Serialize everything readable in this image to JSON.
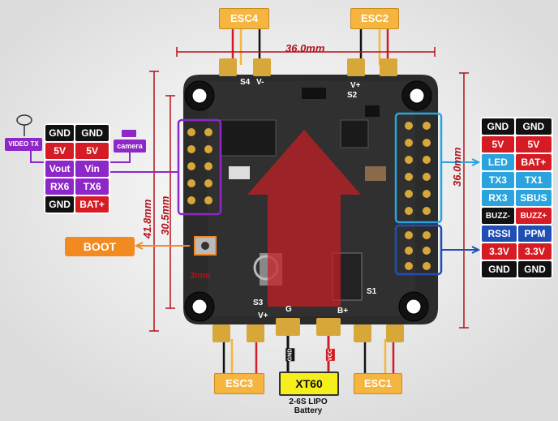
{
  "esc_labels": {
    "esc4": "ESC4",
    "esc2": "ESC2",
    "esc3": "ESC3",
    "esc1": "ESC1"
  },
  "dimensions": {
    "top": "36.0mm",
    "right": "36.0mm",
    "left_outer": "41.8mm",
    "left_inner": "30.5mm",
    "hole": "3mm"
  },
  "left_header": {
    "rows": [
      [
        "GND",
        "GND"
      ],
      [
        "5V",
        "5V"
      ],
      [
        "Vout",
        "Vin"
      ],
      [
        "RX6",
        "TX6"
      ],
      [
        "GND",
        "BAT+"
      ]
    ]
  },
  "video_tx": "VIDEO TX",
  "camera": "camera",
  "boot": "BOOT",
  "right_header_top": {
    "rows": [
      [
        "GND",
        "GND"
      ],
      [
        "5V",
        "5V"
      ],
      [
        "LED",
        "BAT+"
      ],
      [
        "TX3",
        "TX1"
      ],
      [
        "RX3",
        "SBUS"
      ],
      [
        "BUZZ-",
        "BUZZ+"
      ]
    ]
  },
  "right_header_bottom": {
    "rows": [
      [
        "RSSI",
        "PPM"
      ],
      [
        "3.3V",
        "3.3V"
      ],
      [
        "GND",
        "GND"
      ]
    ]
  },
  "xt60": "XT60",
  "battery_line1": "2-6S LIPO",
  "battery_line2": "Battery",
  "wire_labels": {
    "gnd": "GND",
    "vcc": "VCC"
  },
  "pad_labels": {
    "s4": "S4",
    "s2": "S2",
    "s3": "S3",
    "s1": "S1",
    "vminus_left": "V-",
    "vplus_right": "V+",
    "vplus_esc3": "V+",
    "bplus": "B+",
    "g": "G"
  },
  "colors": {
    "orange": "#f28a21",
    "esc": "#f5b53f",
    "red": "#d51c24",
    "black": "#111111",
    "purple": "#8d27c7",
    "blue": "#2aa3de",
    "navy": "#1f4fb5",
    "dim": "#b3121b",
    "board": "#2b2b2b",
    "xt60": "#f7ef1c"
  }
}
